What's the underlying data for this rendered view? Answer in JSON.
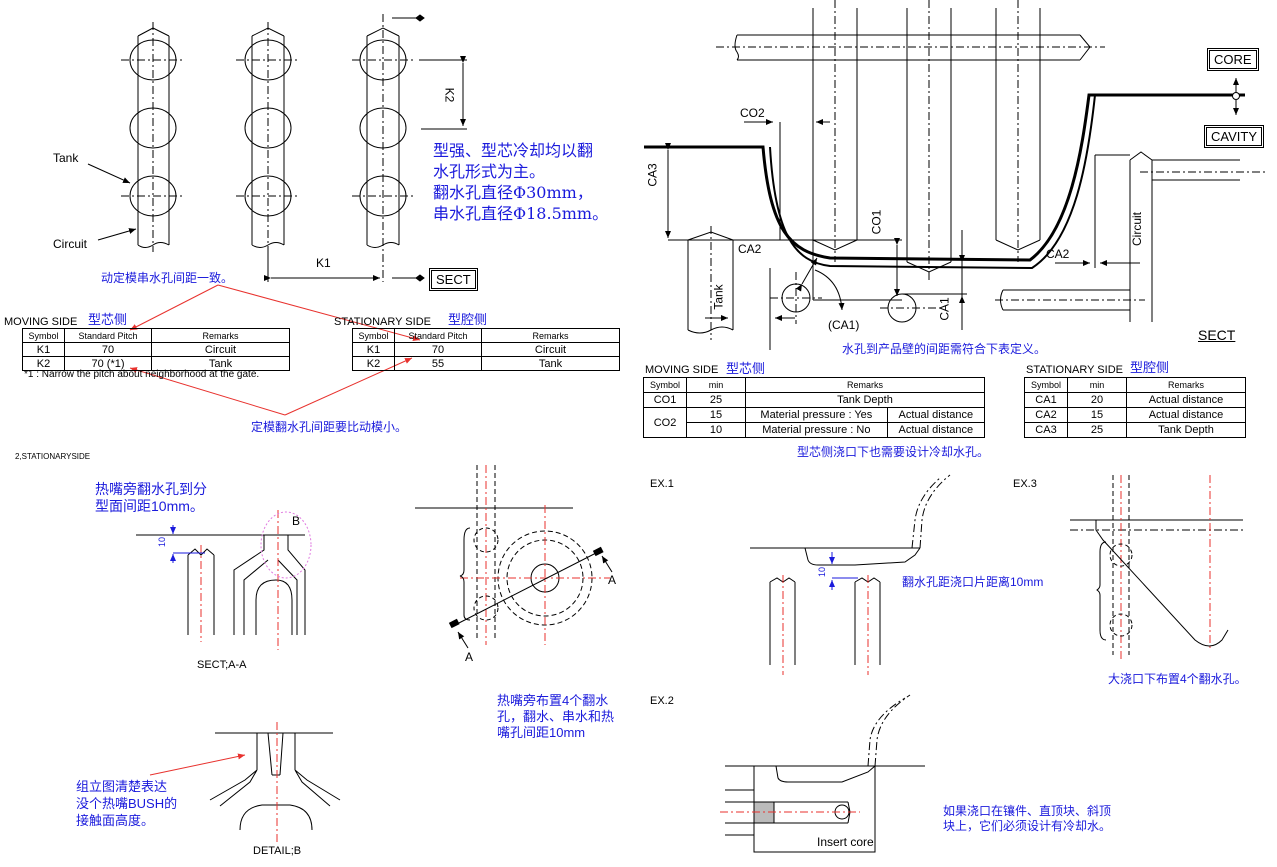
{
  "top_left": {
    "labels": {
      "tank": "Tank",
      "circuit": "Circuit",
      "k1": "K1",
      "k2": "K2",
      "sect": "SECT"
    },
    "note_blue": "动定模串水孔间距一致。",
    "note_main": [
      "型强、型芯冷却均以翻",
      "水孔形式为主。",
      "翻水孔直径Φ30mm，",
      "串水孔直径Φ18.5mm。"
    ]
  },
  "pitch_tables": {
    "moving": {
      "title": "MOVING SIDE",
      "title_cn": "型芯侧",
      "headers": [
        "Symbol",
        "Standard Pitch",
        "Remarks"
      ],
      "rows": [
        [
          "K1",
          "70",
          "Circuit"
        ],
        [
          "K2",
          "70 (*1)",
          "Tank"
        ]
      ],
      "footnote": "*1 : Narrow the pitch about neighborhood at the gate."
    },
    "stationary": {
      "title": "STATIONARY SIDE",
      "title_cn": "型腔侧",
      "headers": [
        "Symbol",
        "Standard Pitch",
        "Remarks"
      ],
      "rows": [
        [
          "K1",
          "70",
          "Circuit"
        ],
        [
          "K2",
          "55",
          "Tank"
        ]
      ]
    },
    "note_red_arrow": "定模翻水孔间距要比动模小。"
  },
  "top_right": {
    "labels": {
      "core": "CORE",
      "cavity": "CAVITY",
      "co2": "CO2",
      "co1": "CO1",
      "ca3": "CA3",
      "ca2_left": "CA2",
      "ca2_right": "CA2",
      "ca1": "CA1",
      "ca1_paren": "(CA1)",
      "tank": "Tank",
      "circuit": "Circuit",
      "sect": "SECT"
    },
    "note": "水孔到产品壁的间距需符合下表定义。"
  },
  "distance_tables": {
    "moving": {
      "title": "MOVING SIDE",
      "title_cn": "型芯侧",
      "headers": [
        "Symbol",
        "min",
        "Remarks"
      ],
      "rows": [
        {
          "symbol": "CO1",
          "min": "25",
          "remark": "Tank Depth",
          "extra": ""
        },
        {
          "symbol": "CO2",
          "min": "15",
          "remark": "Material pressure : Yes",
          "extra": "Actual distance"
        },
        {
          "symbol": "",
          "min": "10",
          "remark": "Material pressure : No",
          "extra": "Actual distance"
        }
      ]
    },
    "stationary": {
      "title": "STATIONARY SIDE",
      "title_cn": "型腔侧",
      "headers": [
        "Symbol",
        "min",
        "Remarks"
      ],
      "rows": [
        [
          "CA1",
          "20",
          "Actual distance"
        ],
        [
          "CA2",
          "15",
          "Actual distance"
        ],
        [
          "CA3",
          "25",
          "Tank Depth"
        ]
      ]
    },
    "note": "型芯侧浇口下也需要设计冷却水孔。"
  },
  "stationary_section": {
    "heading": "2,STATIONARYSIDE",
    "note_distance": [
      "热嘴旁翻水孔到分",
      "型面间距10mm。"
    ],
    "dim_10": "10",
    "label_b": "B",
    "sect_aa": "SECT;A-A",
    "label_a": "A",
    "note_four_holes": [
      "热嘴旁布置4个翻水",
      "孔，翻水、串水和热",
      "嘴孔间距10mm"
    ],
    "note_bush": [
      "组立图清楚表达",
      "没个热嘴BUSH的",
      "接触面高度。"
    ],
    "detail_b": "DETAIL;B"
  },
  "examples": {
    "ex1": {
      "label": "EX.1",
      "dim": "10",
      "note": "翻水孔距浇口片距离10mm"
    },
    "ex2": {
      "label": "EX.2",
      "insert": "Insert core",
      "note": [
        "如果浇口在镶件、直顶块、斜顶",
        "块上，它们必须设计有冷却水。"
      ]
    },
    "ex3": {
      "label": "EX.3",
      "note": "大浇口下布置4个翻水孔。"
    }
  },
  "colors": {
    "annotation_blue": "#1a1adc",
    "arrow_red": "#e8322e",
    "center_red": "#e8322e",
    "highlight_pink": "#e07ae0"
  }
}
